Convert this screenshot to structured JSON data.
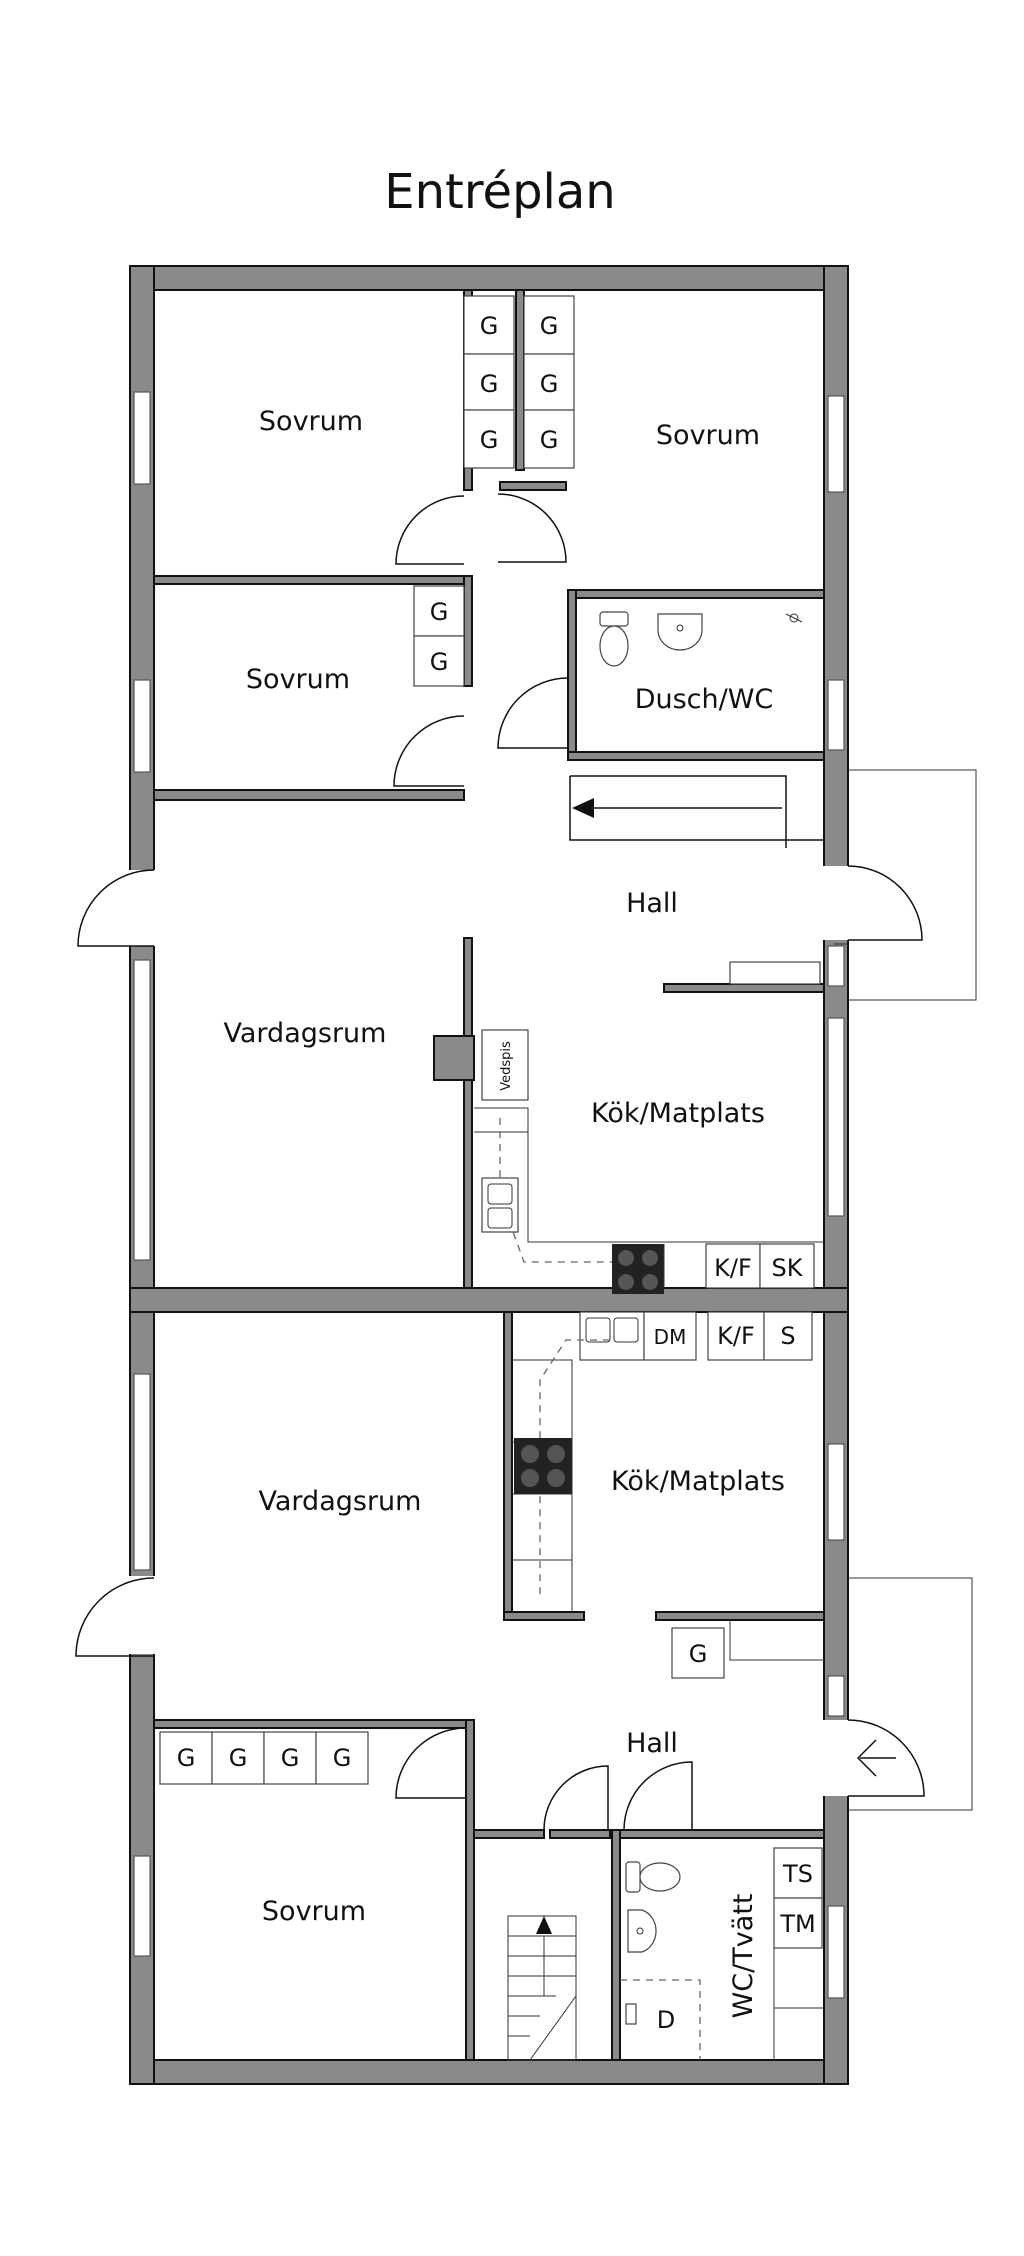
{
  "title": "Entréplan",
  "rooms": {
    "sovrum_1": "Sovrum",
    "sovrum_2": "Sovrum",
    "sovrum_3": "Sovrum",
    "dusch_wc": "Dusch/WC",
    "hall_1": "Hall",
    "vardagsrum_1": "Vardagsrum",
    "kok_1": "Kök/Matplats",
    "vardagsrum_2": "Vardagsrum",
    "kok_2": "Kök/Matplats",
    "hall_2": "Hall",
    "sovrum_4": "Sovrum",
    "wc_tvatt": "WC/Tvätt"
  },
  "fixtures": {
    "garderob": "G",
    "vedspis": "Vedspis",
    "kyl_frys": "K/F",
    "skap": "SK",
    "diskmaskin": "DM",
    "s": "S",
    "torktumlare": "TS",
    "tvattmaskin": "TM",
    "d": "D"
  },
  "colors": {
    "wall": "#8a8a8a",
    "outline": "#111111",
    "background": "#ffffff"
  }
}
